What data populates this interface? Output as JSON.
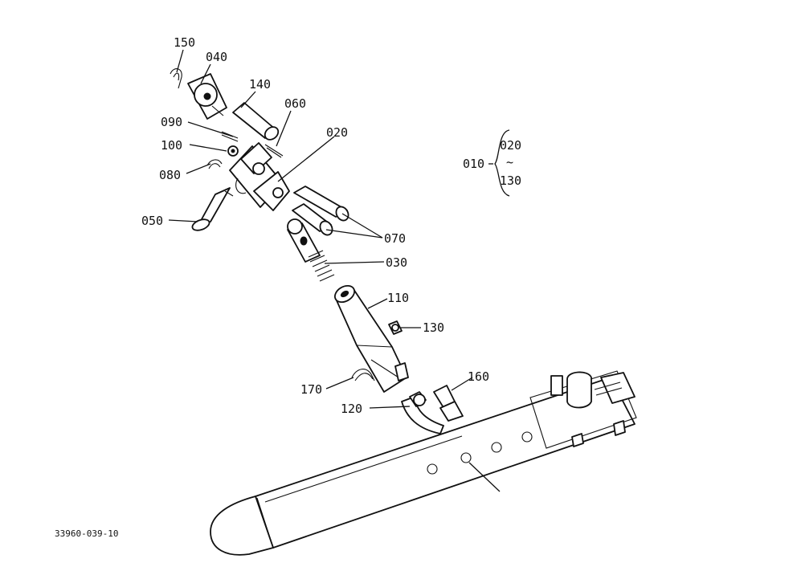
{
  "drawing_number": "33960-039-10",
  "group": {
    "parent": "010",
    "range_start": "020",
    "range_end": "130",
    "range_mark": "~"
  },
  "callouts": [
    {
      "id": "150",
      "label": "150"
    },
    {
      "id": "040",
      "label": "040"
    },
    {
      "id": "140",
      "label": "140"
    },
    {
      "id": "060",
      "label": "060"
    },
    {
      "id": "090",
      "label": "090"
    },
    {
      "id": "020",
      "label": "020"
    },
    {
      "id": "100",
      "label": "100"
    },
    {
      "id": "080",
      "label": "080"
    },
    {
      "id": "050",
      "label": "050"
    },
    {
      "id": "070",
      "label": "070"
    },
    {
      "id": "030",
      "label": "030"
    },
    {
      "id": "110",
      "label": "110"
    },
    {
      "id": "130",
      "label": "130"
    },
    {
      "id": "170",
      "label": "170"
    },
    {
      "id": "160",
      "label": "160"
    },
    {
      "id": "120",
      "label": "120"
    }
  ]
}
